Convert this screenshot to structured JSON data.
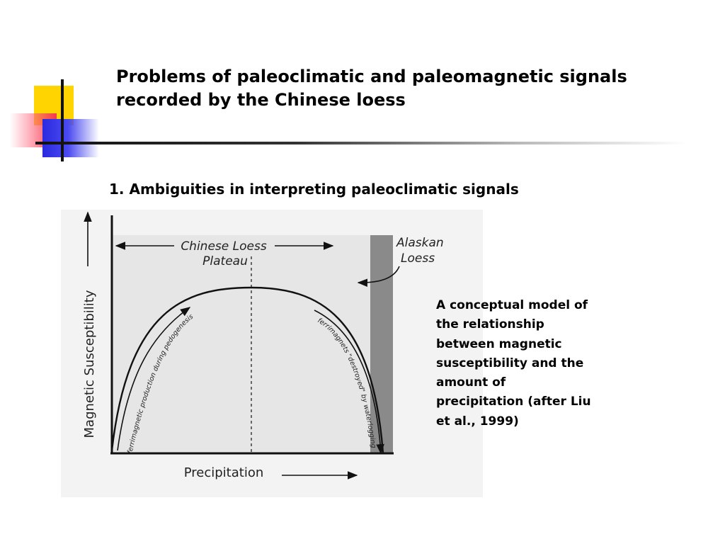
{
  "slide": {
    "title_line1": "Problems of paleoclimatic and paleomagnetic signals",
    "title_line2": "recorded by the Chinese loess",
    "subheading": "1. Ambiguities in interpreting paleoclimatic signals",
    "caption_lines": [
      "A conceptual model of",
      "the relationship",
      "between magnetic",
      "susceptibility and the",
      "amount of",
      "precipitation (after Liu",
      "et al., 1999)"
    ]
  },
  "figure": {
    "y_axis_label": "Magnetic Susceptibility",
    "x_axis_label": "Precipitation",
    "region_label_line1": "Chinese Loess",
    "region_label_line2": "Plateau",
    "alaskan_label_line1": "Alaskan",
    "alaskan_label_line2": "Loess",
    "left_curve_label": "ferrimagnetic production during pedogenesis",
    "right_curve_label": "ferrimagnets \"destroyed\" by waterlogging"
  },
  "colors": {
    "yellow_square": "#ffd400",
    "red_square": "#f43a4e",
    "blue_square": "#2a2ae0",
    "alaskan_band": "#8a8a8a",
    "figure_background": "#f3f3f3"
  }
}
